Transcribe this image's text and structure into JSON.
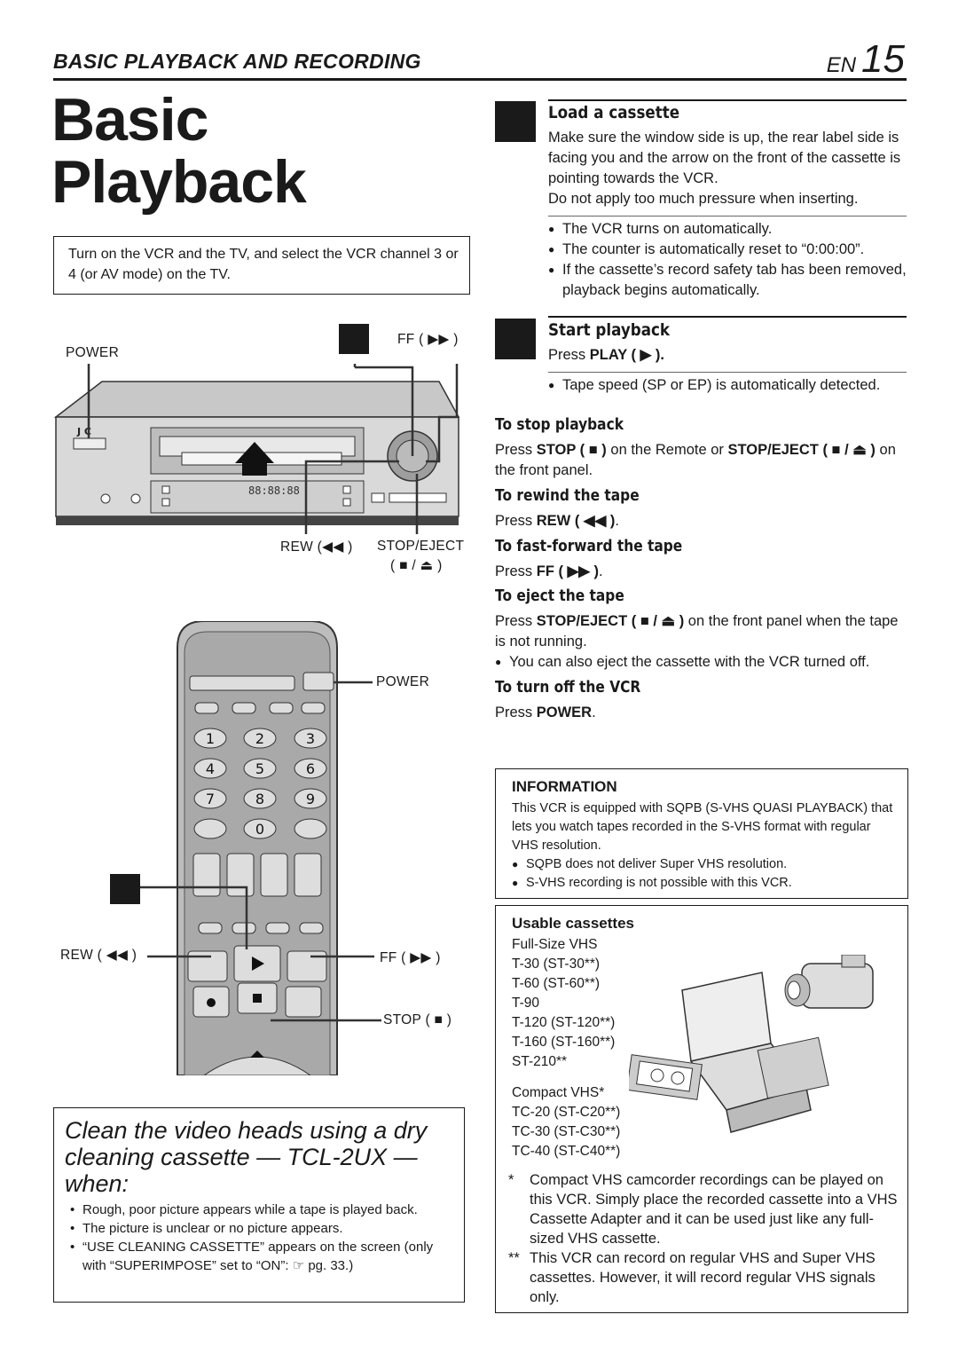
{
  "header": {
    "section_title": "BASIC PLAYBACK AND RECORDING",
    "lang": "EN",
    "page_number": "15"
  },
  "title": {
    "line1": "Basic",
    "line2": "Playback"
  },
  "intro": "Turn on the VCR and the TV, and select the VCR channel 3 or 4 (or AV mode) on the TV.",
  "vcr_labels": {
    "power": "POWER",
    "ff": "FF ( ▶▶ )",
    "rew": "REW (◀◀ )",
    "stop_eject": "STOP/EJECT",
    "stop_eject_symbols": "( ■ / ⏏ )"
  },
  "vcr_panel": {
    "brand": "J  C",
    "counter": "88:88:88"
  },
  "remote_labels": {
    "power": "POWER",
    "rew": "REW ( ◀◀ )",
    "ff": "FF ( ▶▶ )",
    "stop": "STOP ( ■ )"
  },
  "remote_keys": [
    "1",
    "2",
    "3",
    "4",
    "5",
    "6",
    "7",
    "8",
    "9",
    "0"
  ],
  "step1": {
    "heading": "Load a cassette",
    "text1": "Make sure the window side is up, the rear label side is facing you and the arrow on the front of the cassette is pointing towards the VCR.",
    "text2": "Do not apply too much pressure when inserting.",
    "bullets": [
      "The VCR turns on automatically.",
      "The counter is automatically reset to “0:00:00”.",
      "If the cassette’s record safety tab has been removed, playback begins automatically."
    ]
  },
  "step2": {
    "heading": "Start playback",
    "press": "Press ",
    "press_bold": "PLAY ( ▶ ).",
    "bullet": "Tape speed (SP or EP) is automatically detected."
  },
  "sub_sections": {
    "stop": {
      "heading": "To stop playback",
      "p1": "Press ",
      "b1": "STOP ( ■ )",
      "p2": " on the Remote or ",
      "b2": "STOP/EJECT ( ■ / ⏏ )",
      "p3": " on the front panel."
    },
    "rewind": {
      "heading": "To rewind the tape",
      "p1": "Press ",
      "b1": "REW ( ◀◀ )",
      "p2": "."
    },
    "ff": {
      "heading": "To fast-forward the tape",
      "p1": "Press ",
      "b1": "FF ( ▶▶ )",
      "p2": "."
    },
    "eject": {
      "heading": "To eject the tape",
      "p1": "Press ",
      "b1": "STOP/EJECT ( ■ / ⏏ )",
      "p2": " on the front panel when the tape is not running.",
      "bullet": "You can also eject the cassette with the VCR turned off."
    },
    "off": {
      "heading": "To turn off the VCR",
      "p1": "Press ",
      "b1": "POWER",
      "p2": "."
    }
  },
  "information": {
    "heading": "INFORMATION",
    "text": "This VCR is equipped with SQPB (S-VHS QUASI PLAYBACK) that lets you watch tapes recorded in the S-VHS format with regular VHS resolution.",
    "bullets": [
      "SQPB does not deliver Super VHS resolution.",
      "S-VHS recording is not possible with this VCR."
    ]
  },
  "usable": {
    "heading": "Usable cassettes",
    "full_size": [
      "Full-Size VHS",
      "T-30 (ST-30**)",
      "T-60 (ST-60**)",
      "T-90",
      "T-120 (ST-120**)",
      "T-160 (ST-160**)",
      "ST-210**"
    ],
    "compact": [
      "Compact VHS*",
      "TC-20 (ST-C20**)",
      "TC-30 (ST-C30**)",
      "TC-40 (ST-C40**)"
    ],
    "note1_mark": "*",
    "note1": "Compact VHS camcorder recordings can be played on this VCR. Simply place the recorded cassette into a VHS Cassette Adapter and it can be used just like any full-sized VHS cassette.",
    "note2_mark": "**",
    "note2": "This VCR can record on regular VHS and Super VHS cassettes. However, it will record regular VHS signals only."
  },
  "cleaning": {
    "title": "Clean the video heads using a dry cleaning cassette — TCL-2UX — when:",
    "items": [
      "Rough, poor picture appears while a tape is played back.",
      "The picture is unclear or no picture appears.",
      "“USE CLEANING CASSETTE” appears on the screen (only with “SUPERIMPOSE” set to “ON”: ☞ pg. 33.)"
    ]
  }
}
